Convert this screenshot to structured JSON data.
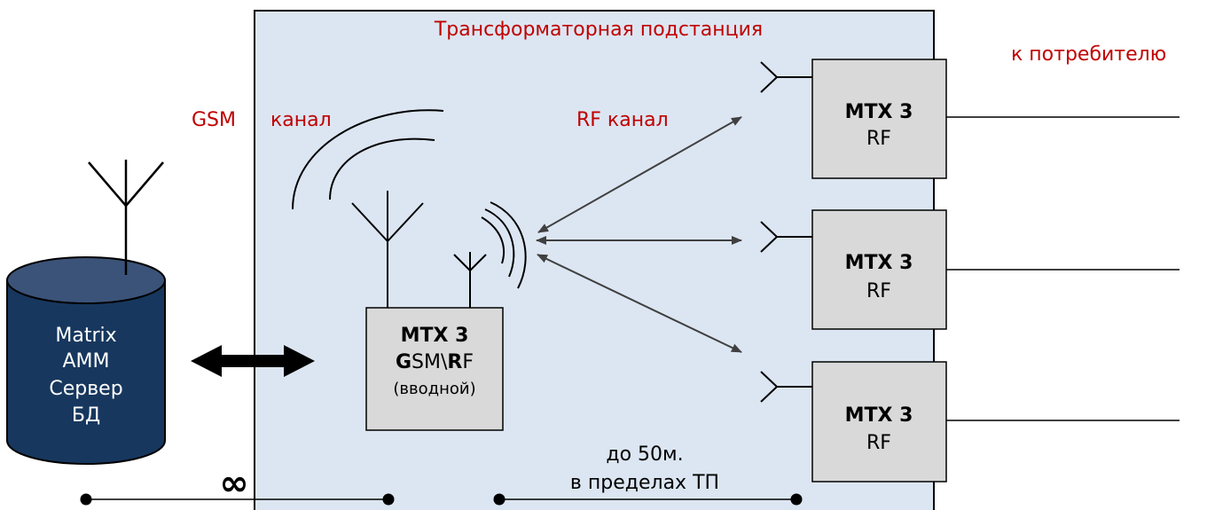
{
  "substation": {
    "title": "Трансформаторная подстанция"
  },
  "labels": {
    "gsm": "GSM",
    "gsm_channel": "канал",
    "rf_channel": "RF канал",
    "consumer": "к потребителю",
    "distance_line1": "до 50м.",
    "distance_line2": "в пределах ТП",
    "infinity": "∞"
  },
  "server": {
    "lines": [
      "Matrix",
      "AMM",
      "Сервер",
      "БД"
    ]
  },
  "gateway": {
    "title": "MTX 3",
    "proto": {
      "g_bold": "G",
      "sm_plain": "SM\\",
      "r_bold": "R",
      "f_plain": "F"
    },
    "role": "(вводной)"
  },
  "meters": [
    {
      "title": "MTX 3",
      "subtitle": "RF"
    },
    {
      "title": "MTX 3",
      "subtitle": "RF"
    },
    {
      "title": "MTX 3",
      "subtitle": "RF"
    }
  ],
  "colors": {
    "substation_fill": "#dce6f2",
    "device_fill": "#d9d9d9",
    "server_fill": "#17375e",
    "server_top": "#3b5378",
    "label_red": "#c00000",
    "arrow_gray": "#404040"
  }
}
